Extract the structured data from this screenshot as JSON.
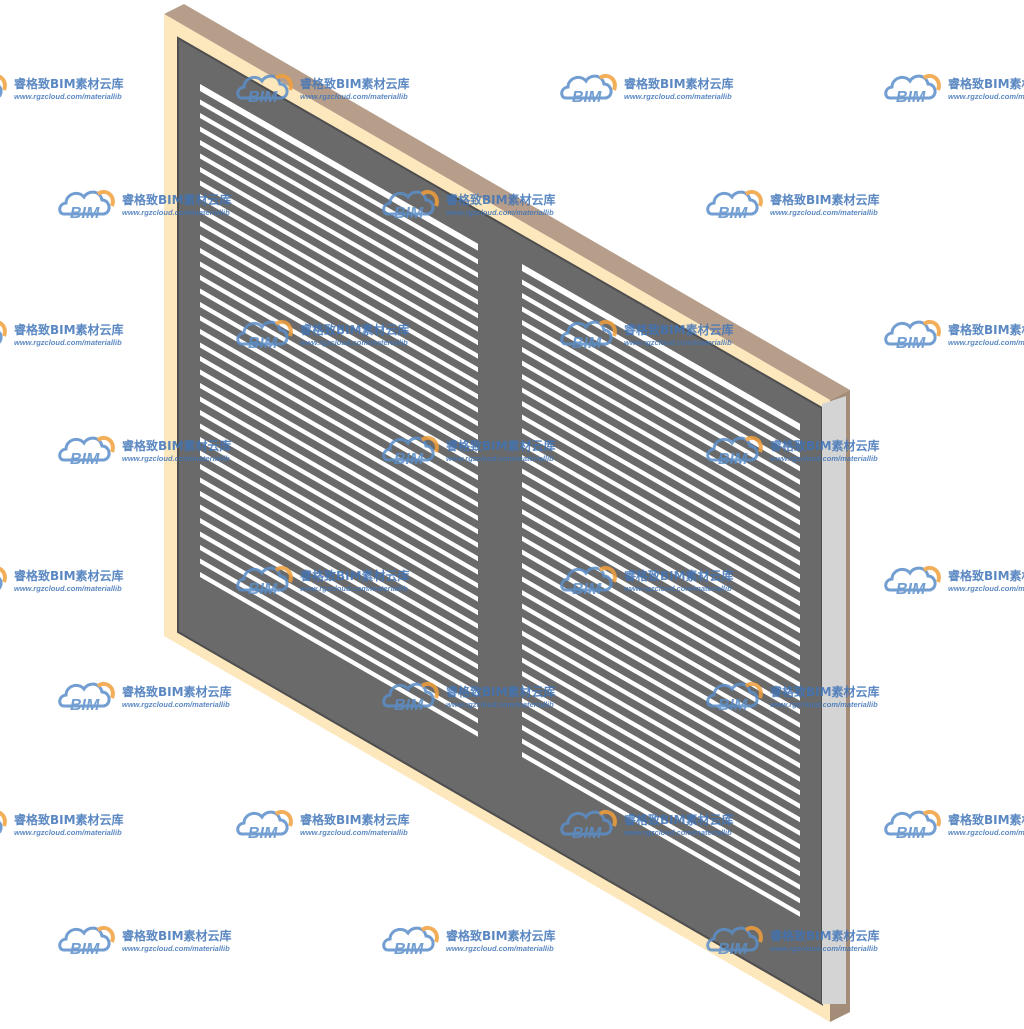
{
  "watermark": {
    "logo_text": "BIM",
    "brand_text": "睿格致BIM素材云库",
    "url_text": "www.rgzcloud.com/materiallib",
    "colors": {
      "cloud_blue": "#5b8ec9",
      "cloud_orange": "#f2a03d",
      "brand_text": "#3f74b8"
    }
  },
  "window": {
    "kind": "louvered window, isometric view",
    "colors": {
      "frame_front": "#fde7bd",
      "frame_top": "#b69e8a",
      "frame_shadow": "#a38c78",
      "sash": "#6a6a6a",
      "sash_edge": "#4e4e4e",
      "slat_gap": "#ffffff",
      "side_panel": "#d4d4d4"
    }
  }
}
